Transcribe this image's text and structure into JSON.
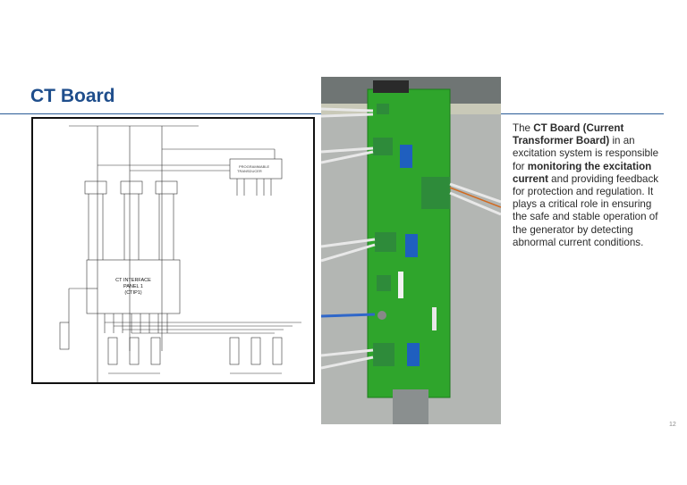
{
  "slide": {
    "title": "CT Board",
    "page_number": "12"
  },
  "description": {
    "t1": "The ",
    "b1": "CT Board (Current Transformer Board)",
    "t2": " in an excitation system is responsible for ",
    "b2": "monitoring the excitation current",
    "t3": " and providing feedback for protection and regulation. It plays a critical role in ensuring the safe and stable operation of the generator by detecting abnormal current conditions."
  },
  "diagram": {
    "interface_label_1": "CT INTERFACE",
    "interface_label_2": "PANEL 1",
    "interface_label_3": "(CTIP1)"
  },
  "colors": {
    "title": "#1f4e8c",
    "rule": "#2a5b96",
    "pcb_green": "#2fa52c",
    "connector_green": "#2e8b3a",
    "ct_blue": "#1f5fbf"
  }
}
